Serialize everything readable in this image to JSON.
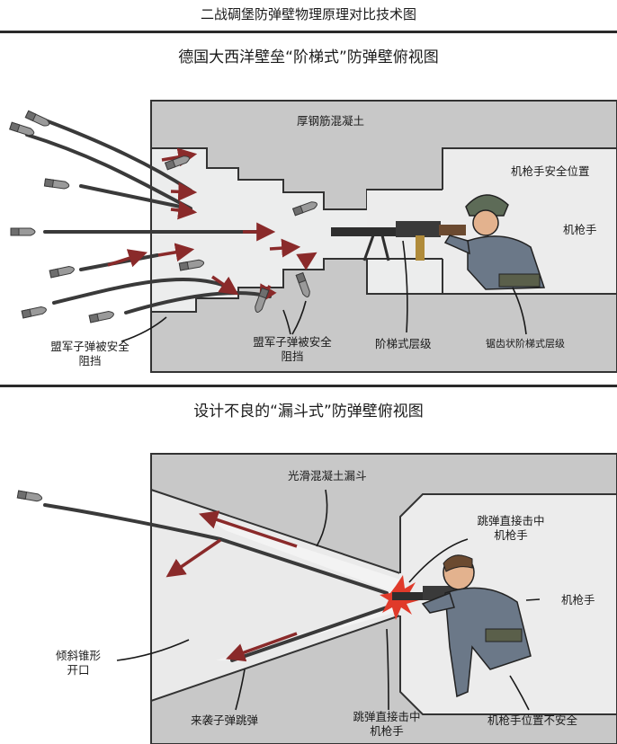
{
  "header": {
    "title": "二战碉堡防弹壁物理原理对比技术图"
  },
  "panel_top": {
    "subtitle": "德国大西洋壁垒“阶梯式”防弹壁俯视图",
    "labels": {
      "concrete": "厚钢筋混凝土",
      "safe_position": "机枪手安全位置",
      "gunner": "机枪手",
      "blocked_left_1": "盟军子弹被安全",
      "blocked_left_2": "阻挡",
      "blocked_mid_1": "盟军子弹被安全",
      "blocked_mid_2": "阻挡",
      "stepped_levels": "阶梯式层级",
      "sawtooth_levels": "锯齿状阶梯式层级"
    }
  },
  "panel_bottom": {
    "subtitle": "设计不良的“漏斗式”防弹壁俯视图",
    "labels": {
      "smooth_funnel": "光滑混凝土漏斗",
      "ricochet_top_1": "跳弹直接击中",
      "ricochet_top_2": "机枪手",
      "gunner": "机枪手",
      "inclined_cone_1": "倾斜锥形",
      "inclined_cone_2": "开口",
      "incoming_ricochet": "来袭子弹跳弹",
      "ricochet_bottom_1": "跳弹直接击中",
      "ricochet_bottom_2": "机枪手",
      "gunner_unsafe": "机枪手位置不安全"
    }
  },
  "colors": {
    "concrete": "#c8c8c8",
    "concrete_light": "#e9eaea",
    "arrow": "#8a2a2a",
    "trail": "#3a3a3a",
    "helmet": "#5d6b57",
    "uniform": "#6b7888",
    "impact": "#e03a2a"
  }
}
